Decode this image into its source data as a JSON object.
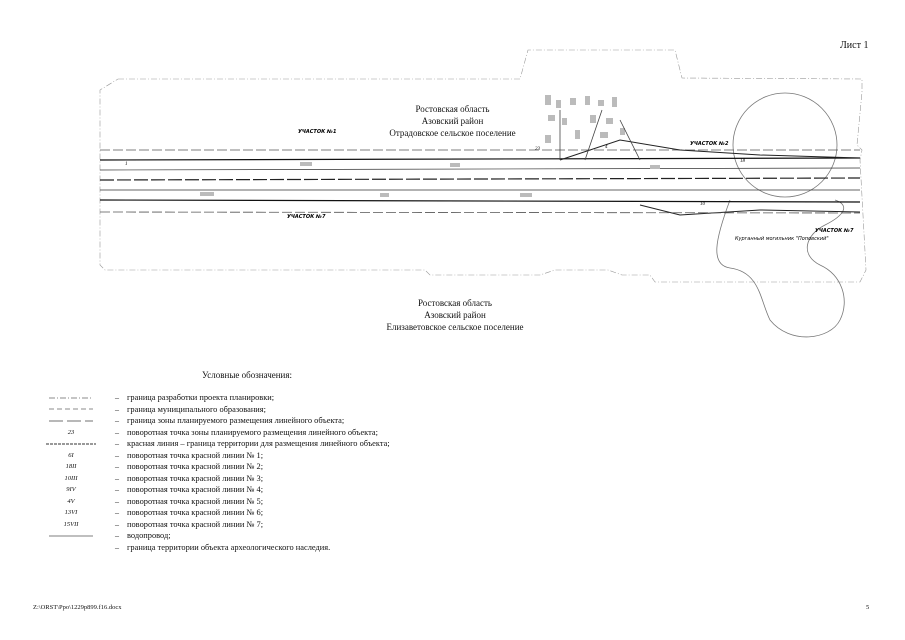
{
  "sheet": {
    "label": "Лист 1"
  },
  "map": {
    "region_top": [
      "Ростовская область",
      "Азовский район",
      "Отрадовское сельское поселение"
    ],
    "region_bottom": [
      "Ростовская область",
      "Азовский район",
      "Елизаветовское сельское поселение"
    ],
    "section_tags": [
      "УЧАСТОК №1",
      "УЧАСТОК №2",
      "УЧАСТОК №7",
      "УЧАСТОК №7"
    ],
    "site_label": "Курганный могильник \"Поповский\"",
    "point_labels": [
      "23",
      "1",
      "4",
      "18",
      "10"
    ]
  },
  "legend": {
    "title": "Условные обозначения:",
    "items": [
      {
        "symbol": "line-dashdot",
        "symbol_text": "",
        "text": "граница разработки проекта планировки;"
      },
      {
        "symbol": "line-dashed",
        "symbol_text": "",
        "text": "граница муниципального образования;"
      },
      {
        "symbol": "line-longdash",
        "symbol_text": "",
        "text": "граница зоны планируемого размещения линейного объекта;"
      },
      {
        "symbol": "text",
        "symbol_text": "23",
        "text": "поворотная точка зоны планируемого размещения линейного объекта;"
      },
      {
        "symbol": "line-red",
        "symbol_text": "",
        "text": "красная линия – граница территории для размещения линейного объекта;"
      },
      {
        "symbol": "text",
        "symbol_text": "6I",
        "text": "поворотная точка красной линии № 1;"
      },
      {
        "symbol": "text",
        "symbol_text": "18II",
        "text": "поворотная точка красной линии № 2;"
      },
      {
        "symbol": "text",
        "symbol_text": "10III",
        "text": "поворотная точка красной линии № 3;"
      },
      {
        "symbol": "text",
        "symbol_text": "9IV",
        "text": "поворотная точка красной линии № 4;"
      },
      {
        "symbol": "text",
        "symbol_text": "4V",
        "text": "поворотная точка красной линии № 5;"
      },
      {
        "symbol": "text",
        "symbol_text": "13VI",
        "text": "поворотная точка красной линии № 6;"
      },
      {
        "symbol": "text",
        "symbol_text": "15VII",
        "text": "поворотная точка красной линии № 7;"
      },
      {
        "symbol": "line-solid",
        "symbol_text": "",
        "text": "водопровод;"
      },
      {
        "symbol": "none",
        "symbol_text": "",
        "text": "граница территории объекта археологического наследия."
      }
    ],
    "separator": "–"
  },
  "footer": {
    "path": "Z:\\ORST\\Ppo\\1229p899.f16.docx",
    "page": "5"
  }
}
